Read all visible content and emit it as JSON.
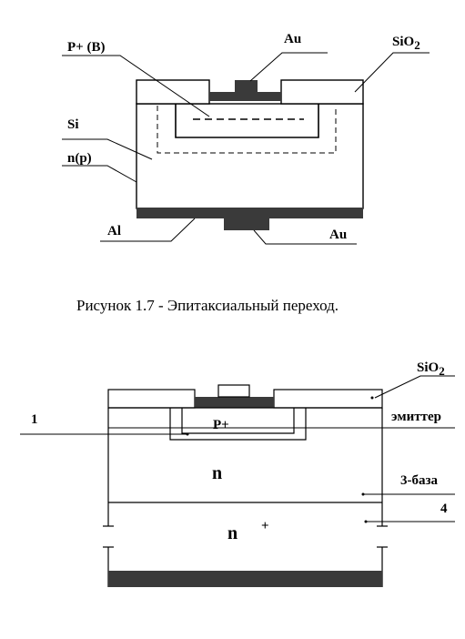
{
  "figure1": {
    "labels": {
      "p_plus_b": "P+ (B)",
      "au_top": "Au",
      "sio2": "SiO",
      "sio2_sub": "2",
      "si": "Si",
      "n_p": "n(p)",
      "al": "Al",
      "au_bottom": "Au"
    },
    "caption": "Рисунок 1.7 - Эпитаксиальный переход."
  },
  "figure2": {
    "labels": {
      "sio2": "SiO",
      "sio2_sub": "2",
      "one": "1",
      "p_plus": "P+",
      "emitter": "эмиттер",
      "n": "n",
      "base": "3-база",
      "four": "4",
      "n_lower": "n",
      "plus": "+"
    }
  },
  "colors": {
    "ink": "#000000",
    "metal": "#3a3a3a",
    "paper": "#ffffff"
  }
}
